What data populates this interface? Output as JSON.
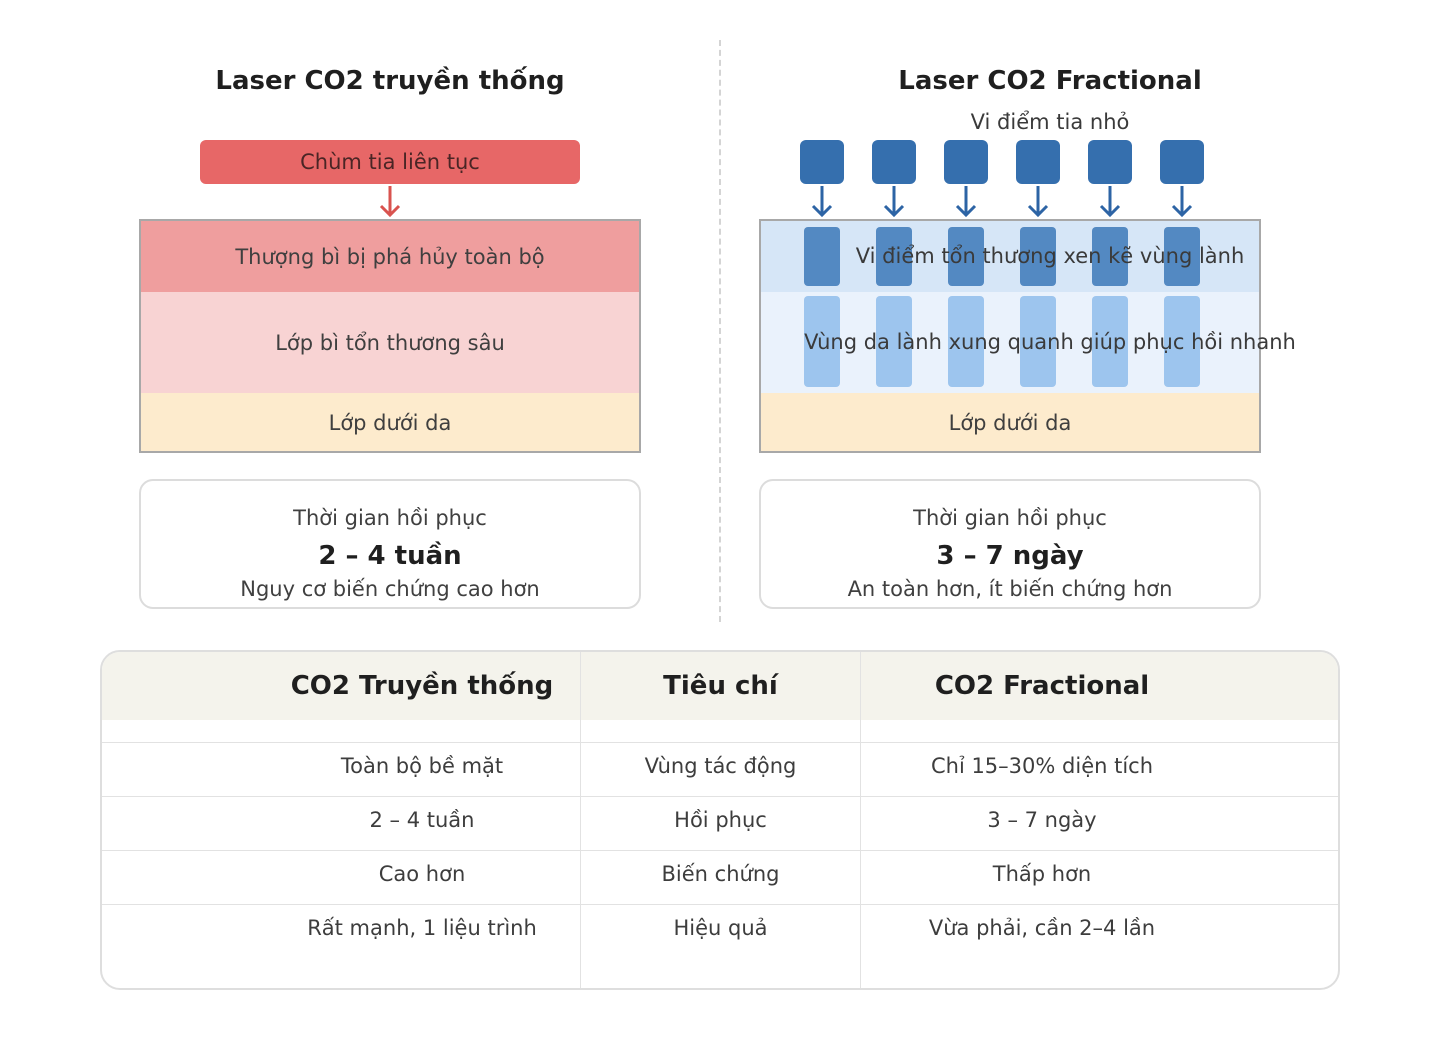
{
  "traditional": {
    "title": "Laser CO2 truyền thống",
    "beam_label": "Chùm tia liên tục",
    "layer_epidermis": "Thượng bì bị phá hủy toàn bộ",
    "layer_dermis": "Lớp bì tổn thương sâu",
    "layer_subcutis": "Lớp dưới da",
    "recovery_label": "Thời gian hồi phục",
    "recovery_value": "2 – 4 tuần",
    "recovery_note": "Nguy cơ biến chứng cao hơn",
    "colors": {
      "beam": "#e76767",
      "epidermis": "#ef9e9e",
      "dermis": "#f8d3d3",
      "subcutis": "#fdebcd"
    }
  },
  "fractional": {
    "title": "Laser CO2 Fractional",
    "beam_label": "Vi điểm tia nhỏ",
    "layer_epidermis": "Vi điểm tổn thương xen kẽ vùng lành",
    "layer_dermis": "Vùng da lành xung quanh giúp phục hồi nhanh",
    "layer_subcutis": "Lớp dưới da",
    "recovery_label": "Thời gian hồi phục",
    "recovery_value": "3 – 7 ngày",
    "recovery_note": "An toàn hơn, ít biến chứng hơn",
    "colors": {
      "emitter": "#356fae",
      "epidermis": "#d6e6f7",
      "dermis": "#eaf2fc",
      "micro_top": "#5389c2",
      "micro_bottom": "#9dc5ee"
    }
  },
  "table": {
    "headers": [
      "CO2 Truyền thống",
      "Tiêu chí",
      "CO2 Fractional"
    ],
    "rows": [
      [
        "Toàn bộ bề mặt",
        "Vùng tác động",
        "Chỉ 15–30% diện tích"
      ],
      [
        "2 – 4 tuần",
        "Hồi phục",
        "3 – 7 ngày"
      ],
      [
        "Cao hơn",
        "Biến chứng",
        "Thấp hơn"
      ],
      [
        "Rất mạnh, 1 liệu trình",
        "Hiệu quả",
        "Vừa phải, cần 2–4 lần"
      ]
    ]
  }
}
